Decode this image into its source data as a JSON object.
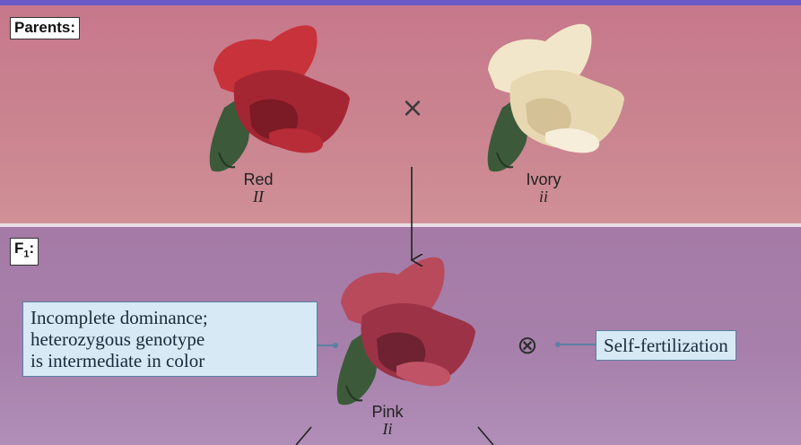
{
  "parents": {
    "label": "Parents:",
    "red": {
      "name": "Red",
      "genotype": "II"
    },
    "ivory": {
      "name": "Ivory",
      "genotype": "ii"
    },
    "cross_symbol": "×"
  },
  "f1": {
    "label": "F",
    "label_sub": "1",
    "label_colon": ":",
    "pink": {
      "name": "Pink",
      "genotype": "Ii"
    },
    "callout_lines": [
      "Incomplete dominance;",
      "heterozygous genotype",
      "is intermediate in color"
    ],
    "self_fert_label": "Self-fertilization",
    "self_symbol": "⊗"
  },
  "colors": {
    "red_petal": "#c8323a",
    "ivory_petal": "#f1e6c9",
    "pink_petal": "#b84a5c",
    "sepal": "#3c5a3a",
    "callout_bg": "#d6e9f4",
    "callout_border": "#5c7fa3"
  }
}
